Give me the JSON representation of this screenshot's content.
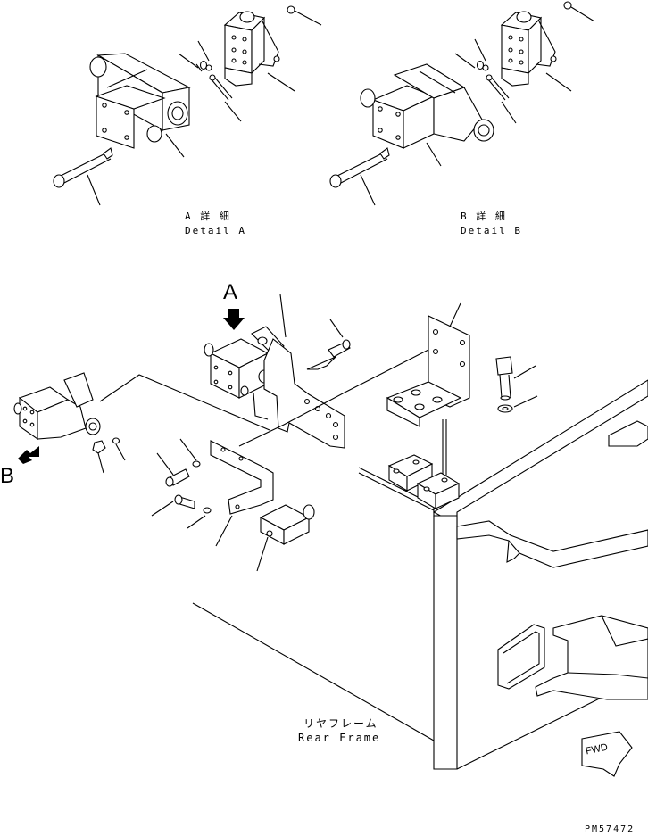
{
  "detail_a": {
    "jp": "A 詳 細",
    "en": "Detail A"
  },
  "detail_b": {
    "jp": "B 詳 細",
    "en": "Detail B"
  },
  "view_a_label": "A",
  "view_b_label": "B",
  "rear_frame": {
    "jp": "リヤフレーム",
    "en": "Rear Frame"
  },
  "fwd_label": "FWD",
  "drawing_number": "PM57472"
}
